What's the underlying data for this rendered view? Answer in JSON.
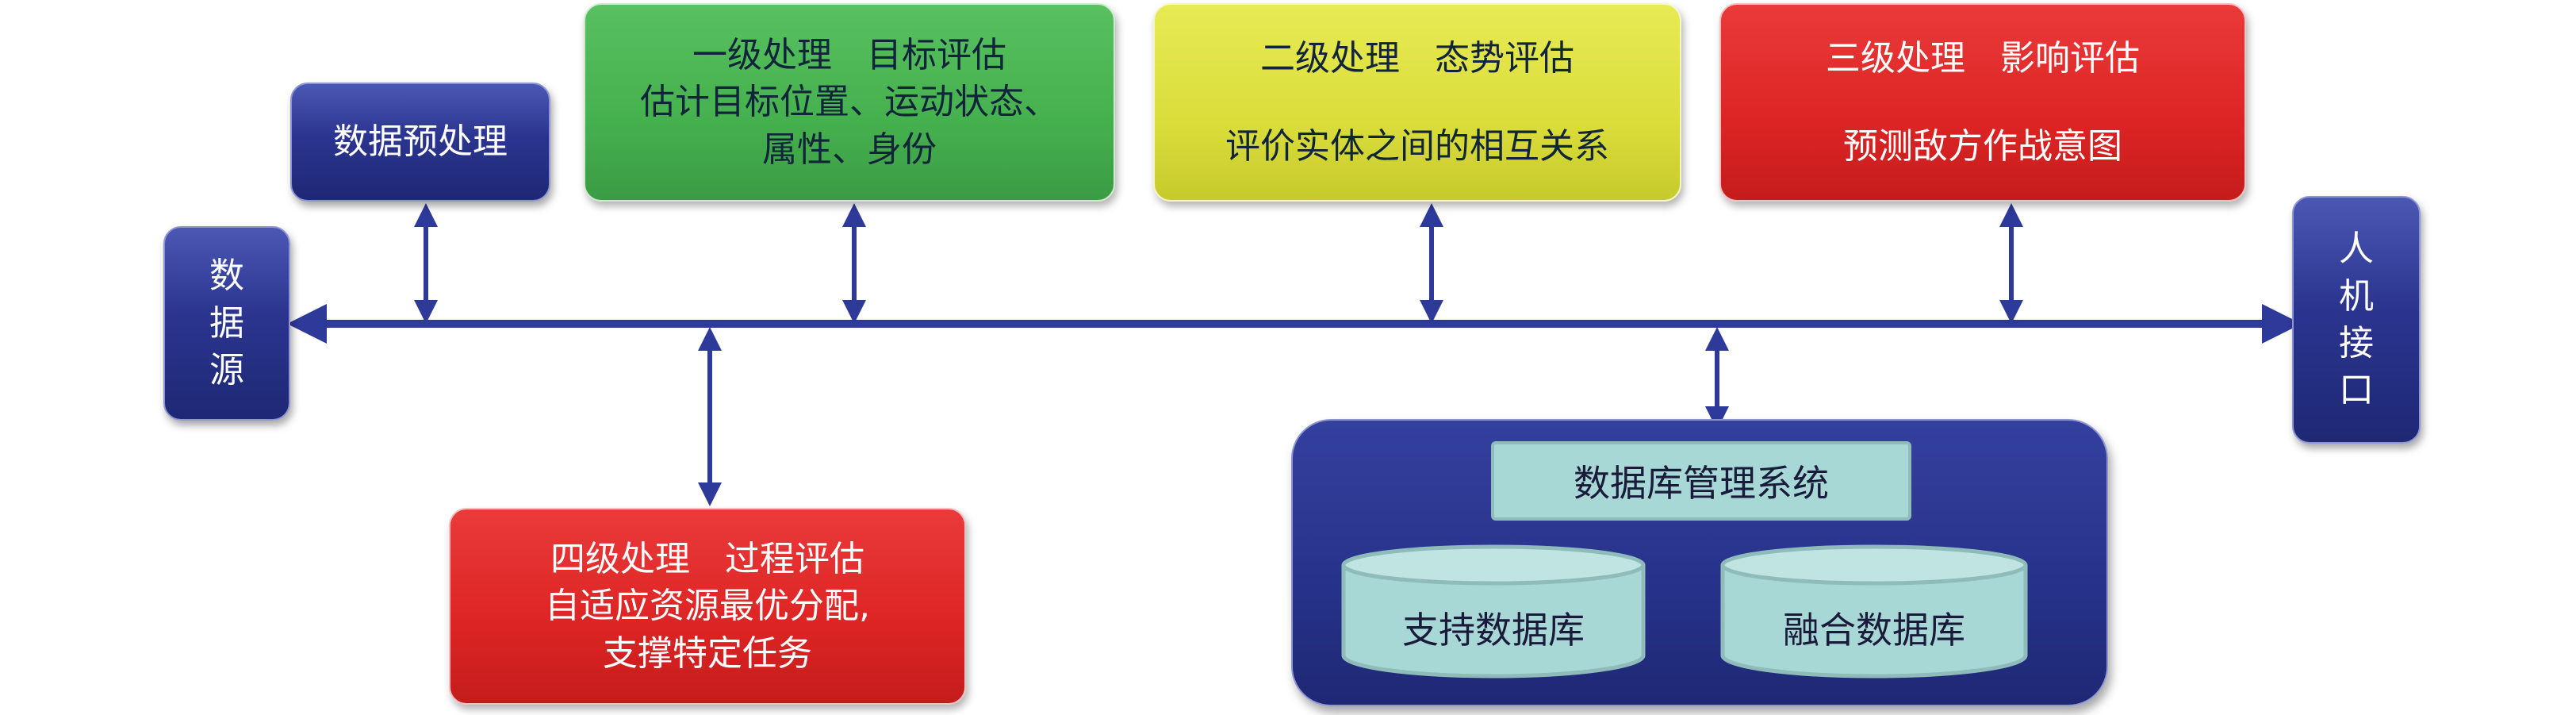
{
  "data_source": {
    "lines": [
      "数",
      "据",
      "源"
    ]
  },
  "hmi": {
    "lines": [
      "人",
      "机",
      "接",
      "口"
    ]
  },
  "preprocess": {
    "label": "数据预处理"
  },
  "level1": {
    "lines": [
      "一级处理　目标评估",
      "估计目标位置、运动状态、",
      "属性、身份"
    ]
  },
  "level2": {
    "lines": [
      "二级处理　态势评估",
      "评价实体之间的相互关系"
    ]
  },
  "level3": {
    "lines": [
      "三级处理　影响评估",
      "预测敌方作战意图"
    ]
  },
  "level4": {
    "lines": [
      "四级处理　过程评估",
      "自适应资源最优分配,",
      "支撑特定任务"
    ]
  },
  "dbms": {
    "title": "数据库管理系统",
    "support_db": "支持数据库",
    "fusion_db": "融合数据库"
  },
  "colors": {
    "navy": "#2b3590",
    "bus": "#2e3a9a",
    "green": "#45b04e",
    "yellow": "#dadd3a",
    "red": "#dd2424",
    "cylinder": "#a8d8d6"
  }
}
